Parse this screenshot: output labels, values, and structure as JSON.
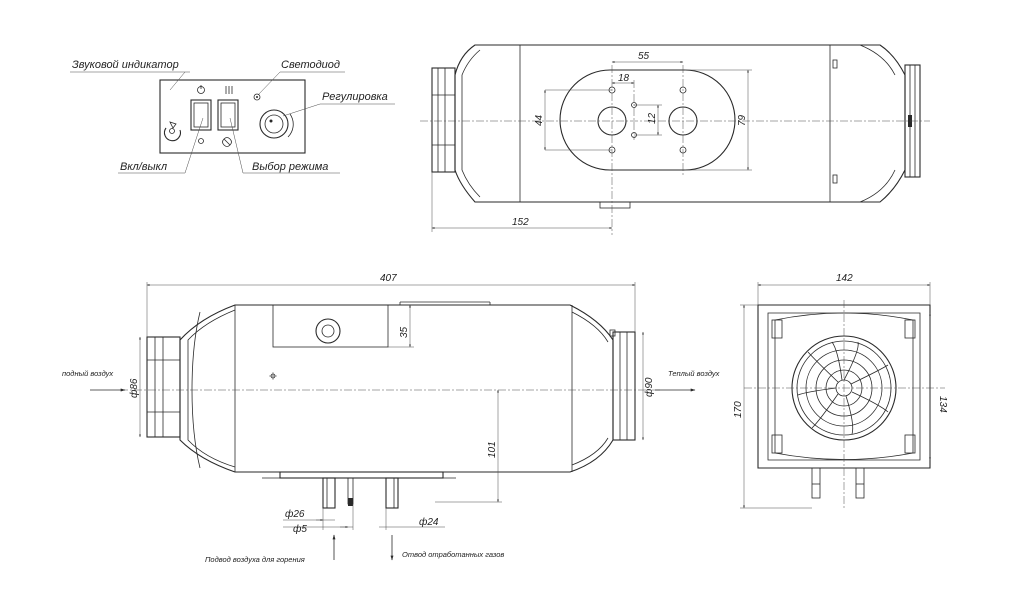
{
  "panel": {
    "sound_indicator": "Звуковой индикатор",
    "led": "Светодиод",
    "regulation": "Регулировка",
    "on_off": "Вкл/выкл",
    "mode_select": "Выбор режима"
  },
  "top_view_dims": {
    "d55": "55",
    "d18": "18",
    "d44": "44",
    "d12": "12",
    "d79": "79",
    "d152": "152"
  },
  "side_view": {
    "d407": "407",
    "d35": "35",
    "d86": "ф86",
    "d90": "ф90",
    "d101": "101",
    "d26": "ф26",
    "d5": "ф5",
    "d24": "ф24",
    "intake_air": "подный воздух",
    "warm_air": "Теплый воздух",
    "combustion_air": "Подвод воздуха для горения",
    "exhaust": "Отвод отработанных газов"
  },
  "end_view": {
    "d142": "142",
    "d170": "170",
    "d134": "134"
  }
}
